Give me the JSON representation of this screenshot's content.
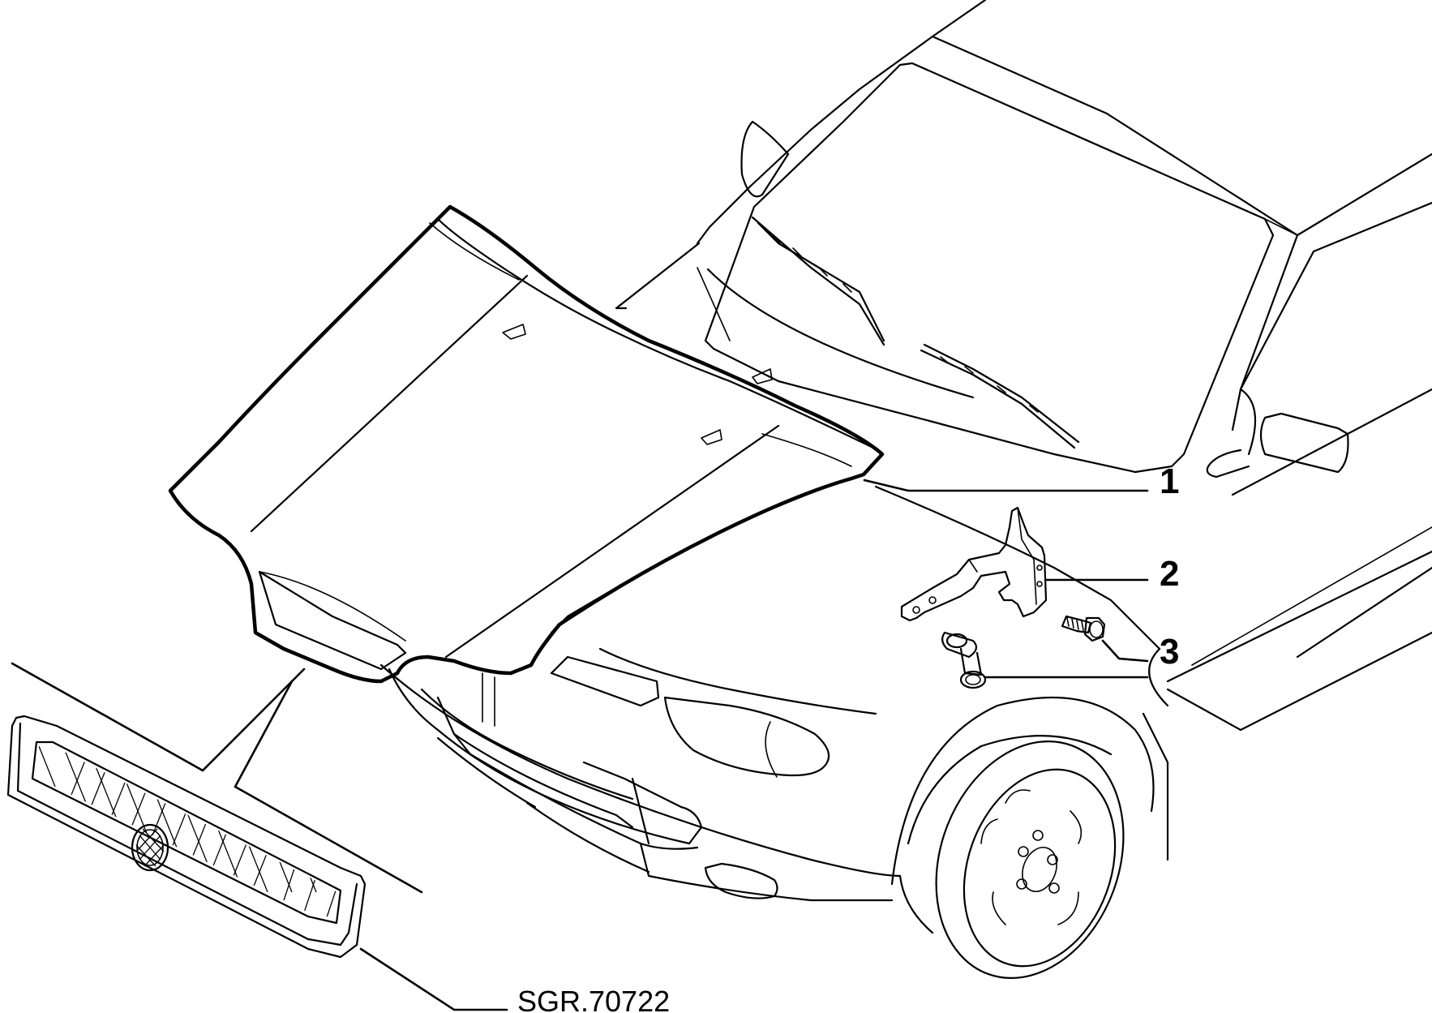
{
  "callouts": {
    "hood": "1",
    "hinge": "2",
    "bolts": "3"
  },
  "reference_code": "SGR.70722",
  "colors": {
    "line": "#000000",
    "background": "#ffffff"
  }
}
